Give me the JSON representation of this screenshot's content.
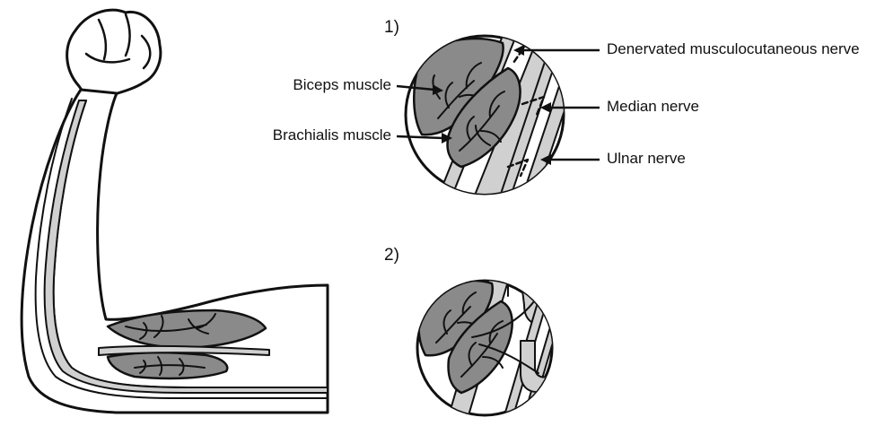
{
  "panels": [
    {
      "step": "1)",
      "labels": {
        "biceps": "Biceps muscle",
        "brachialis": "Brachialis muscle",
        "denervated": "Denervated musculocutaneous nerve",
        "median": "Median nerve",
        "ulnar": "Ulnar nerve"
      }
    },
    {
      "step": "2)"
    }
  ],
  "colors": {
    "muscle": "#8a8a8a",
    "nerve": "#d0d0d0",
    "skin": "#ffffff",
    "line": "#111111"
  }
}
